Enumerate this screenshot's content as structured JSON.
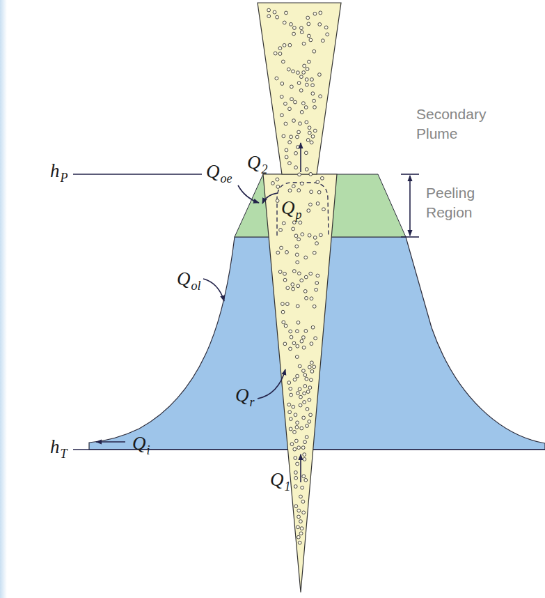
{
  "diagram": {
    "labels": [
      "Secondary Plume",
      "Q2",
      "hP",
      "Qoe",
      "Qp",
      "Peeling Region",
      "Qol",
      "hT",
      "Qi",
      "Qr",
      "Q1"
    ]
  }
}
